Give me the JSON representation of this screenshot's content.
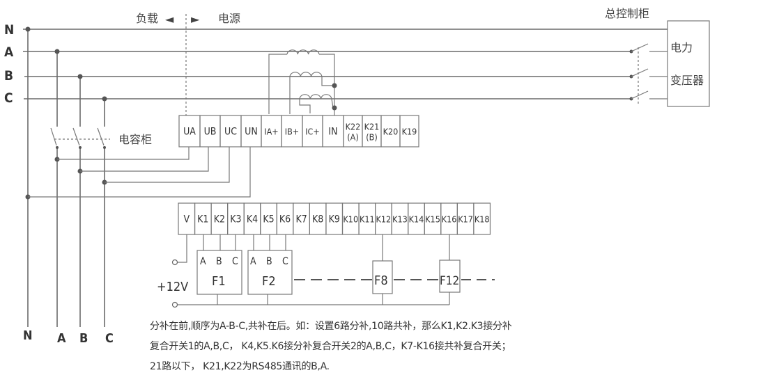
{
  "labels": {
    "load": "负载",
    "source": "电源",
    "main_cabinet": "总控制柜",
    "transformer_line1": "电力",
    "transformer_line2": "变压器",
    "capacitor_cabinet": "电容柜",
    "left_arrow": "◄",
    "right_arrow": "►",
    "plus12v": "+12V"
  },
  "phase_labels_left": [
    "N",
    "A",
    "B",
    "C"
  ],
  "phase_labels_bottom": [
    "N",
    "A",
    "B",
    "C"
  ],
  "top_strip": [
    "UA",
    "UB",
    "UC",
    "UN",
    "IA+",
    "IB+",
    "IC+",
    "IN",
    "K22\n(A)",
    "K21\n(B)",
    "K20",
    "K19"
  ],
  "bottom_strip": [
    "V",
    "K1",
    "K2",
    "K3",
    "K4",
    "K5",
    "K6",
    "K7",
    "K8",
    "K9",
    "K10",
    "K11",
    "K12",
    "K13",
    "K14",
    "K15",
    "K16",
    "K17",
    "K18"
  ],
  "switch_boxes": {
    "f1": {
      "label": "F1",
      "phases": [
        "A",
        "B",
        "C"
      ]
    },
    "f2": {
      "label": "F2",
      "phases": [
        "A",
        "B",
        "C"
      ]
    },
    "f8": {
      "label": "F8"
    },
    "f12": {
      "label": "F12"
    }
  },
  "notes": [
    "分补在前,顺序为A-B-C,共补在后。如：设置6路分补,10路共补，那么K1,K2.K3接分补",
    "复合开关1的A,B,C， K4,K5.K6接分补复合开关2的A,B,C，K7-K16接共补复合开关；",
    "21路以下， K21,K22为RS485通讯的B,A."
  ]
}
